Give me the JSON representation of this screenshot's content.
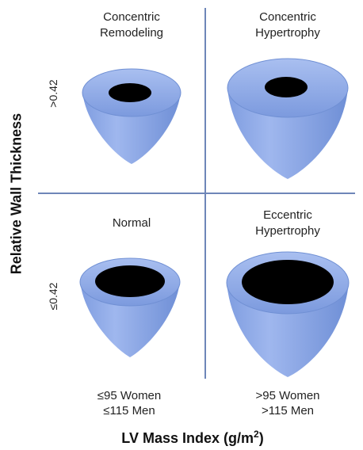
{
  "axes": {
    "y_title": "Relative Wall Thickness",
    "x_title_main": "LV Mass Index (g/m",
    "x_title_sup": "2",
    "x_title_end": ")",
    "y_high": ">0.42",
    "y_low": "≤0.42",
    "x_low": "≤95 Women\n≤115 Men",
    "x_high": ">95 Women\n>115 Men"
  },
  "quadrants": {
    "top_left": {
      "label": "Concentric\nRemodeling"
    },
    "top_right": {
      "label": "Concentric\nHypertrophy"
    },
    "bottom_left": {
      "label": "Normal"
    },
    "bottom_right": {
      "label": "Eccentric\nHypertrophy"
    }
  },
  "colors": {
    "divider": "#6e86b8",
    "cone_fill": "#8ea9e6",
    "cone_dark": "#6f8fd6",
    "cavity": "#000000"
  }
}
